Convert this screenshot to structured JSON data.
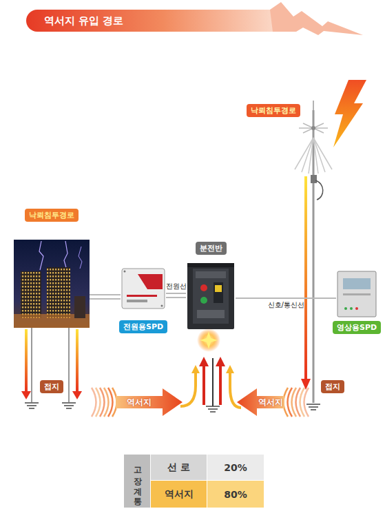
{
  "diagram": {
    "title": "역서지 유입 경로",
    "nodes": [
      {
        "text": [
          "낙뢰침투경로"
        ]
      },
      {
        "text": [
          "낙뢰침투경로"
        ]
      },
      {
        "text": [
          "전원용SPD"
        ]
      },
      {
        "text": [
          "분전반"
        ]
      },
      {
        "text": [
          "영상용SPD"
        ]
      },
      {
        "text": [
          "접지"
        ]
      },
      {
        "text": [
          "역서지"
        ]
      },
      {
        "text": [
          "역서지"
        ]
      },
      {
        "text": [
          "접지"
        ]
      }
    ],
    "edges": [
      {
        "from": 1,
        "to": 2,
        "arrow": "none"
      },
      {
        "from": 2,
        "to": 3,
        "label": "전원선",
        "arrow": "none"
      },
      {
        "from": 3,
        "to": 4,
        "label": "신호/통신선",
        "arrow": "none"
      }
    ],
    "labels": [
      "고장계통",
      "선 로",
      "20%",
      "역서지",
      "80%"
    ]
  }
}
